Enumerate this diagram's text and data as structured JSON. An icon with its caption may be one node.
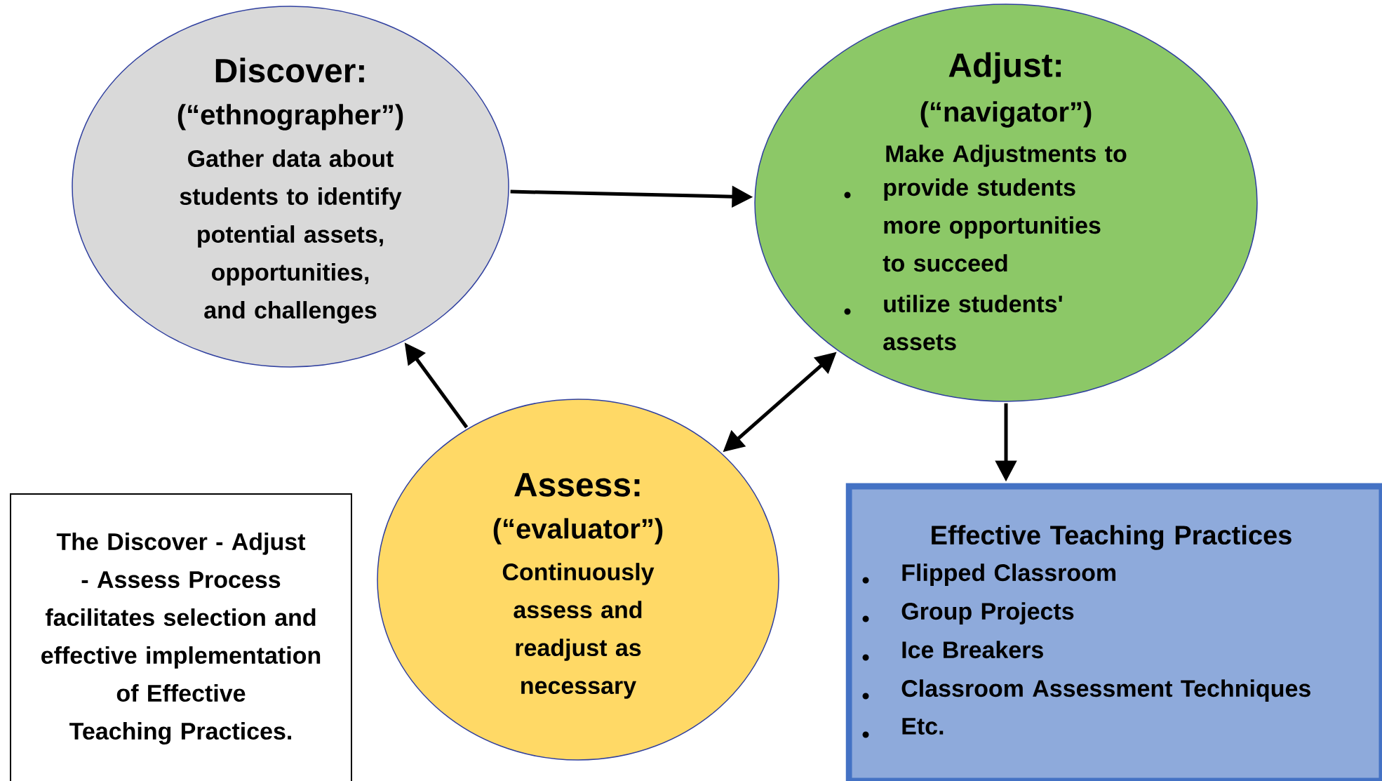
{
  "diagram": {
    "nodes": [
      {
        "text": [
          "Discover:",
          "(“ethnographer”)",
          "Gather data about students to identify potential assets, opportunities, and challenges"
        ]
      },
      {
        "text": [
          "Adjust:",
          "(“navigator”)",
          "Make Adjustments to",
          "provide students more opportunities to succeed",
          "utilize students' assets"
        ]
      },
      {
        "text": [
          "Assess:",
          "(“evaluator”)",
          "Continuously assess and readjust as necessary"
        ]
      },
      {
        "text": [
          "Effective Teaching Practices",
          "Flipped Classroom",
          "Group Projects",
          "Ice Breakers",
          "Classroom Assessment Techniques",
          "Etc."
        ]
      },
      {
        "text": [
          "The Discover - Adjust - Assess Process facilitates selection and effective implementation of Effective Teaching Practices."
        ]
      }
    ],
    "edges": [
      {
        "from": 0,
        "to": 1,
        "arrow": "to"
      },
      {
        "from": 2,
        "to": 0,
        "arrow": "to"
      },
      {
        "from": 2,
        "to": 1,
        "arrow": "both"
      },
      {
        "from": 1,
        "to": 3,
        "arrow": "to"
      }
    ]
  }
}
